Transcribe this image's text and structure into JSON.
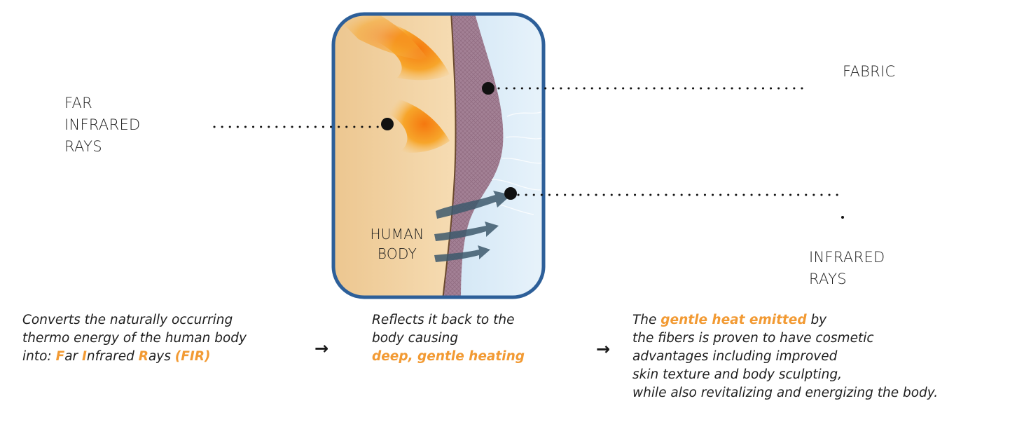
{
  "labels": {
    "far_infrared": [
      "FAR",
      "INFRARED",
      "RAYS"
    ],
    "fabric": "FABRIC",
    "infrared": [
      "INFRARED",
      "RAYS"
    ],
    "human_body": [
      "HUMAN",
      "BODY"
    ]
  },
  "steps": [
    {
      "lines": [
        "Converts the naturally occurring",
        "thermo energy of the human body"
      ],
      "prefix": "into: ",
      "acronym_parts": [
        {
          "letter": "F",
          "rest": "ar "
        },
        {
          "letter": "I",
          "rest": "nfrared "
        },
        {
          "letter": "R",
          "rest": "ays "
        }
      ],
      "acronym": "(FIR)"
    },
    {
      "lines": [
        "Reflects it back to the",
        "body causing"
      ],
      "highlight": "deep, gentle heating"
    },
    {
      "prefix": "The ",
      "highlight": "gentle heat emitted",
      "suffix": " by",
      "lines": [
        "the fibers is proven to have cosmetic",
        "advantages including improved",
        "skin texture and body sculpting,",
        "while also revitalizing and energizing the body."
      ]
    }
  ],
  "arrows": [
    "→",
    "→"
  ],
  "colors": {
    "accent": "#f29a33",
    "frame": "#2d5f99",
    "skin": "#f1d3a4",
    "fabric": "#9e7288",
    "air": "#cfe5f4"
  }
}
